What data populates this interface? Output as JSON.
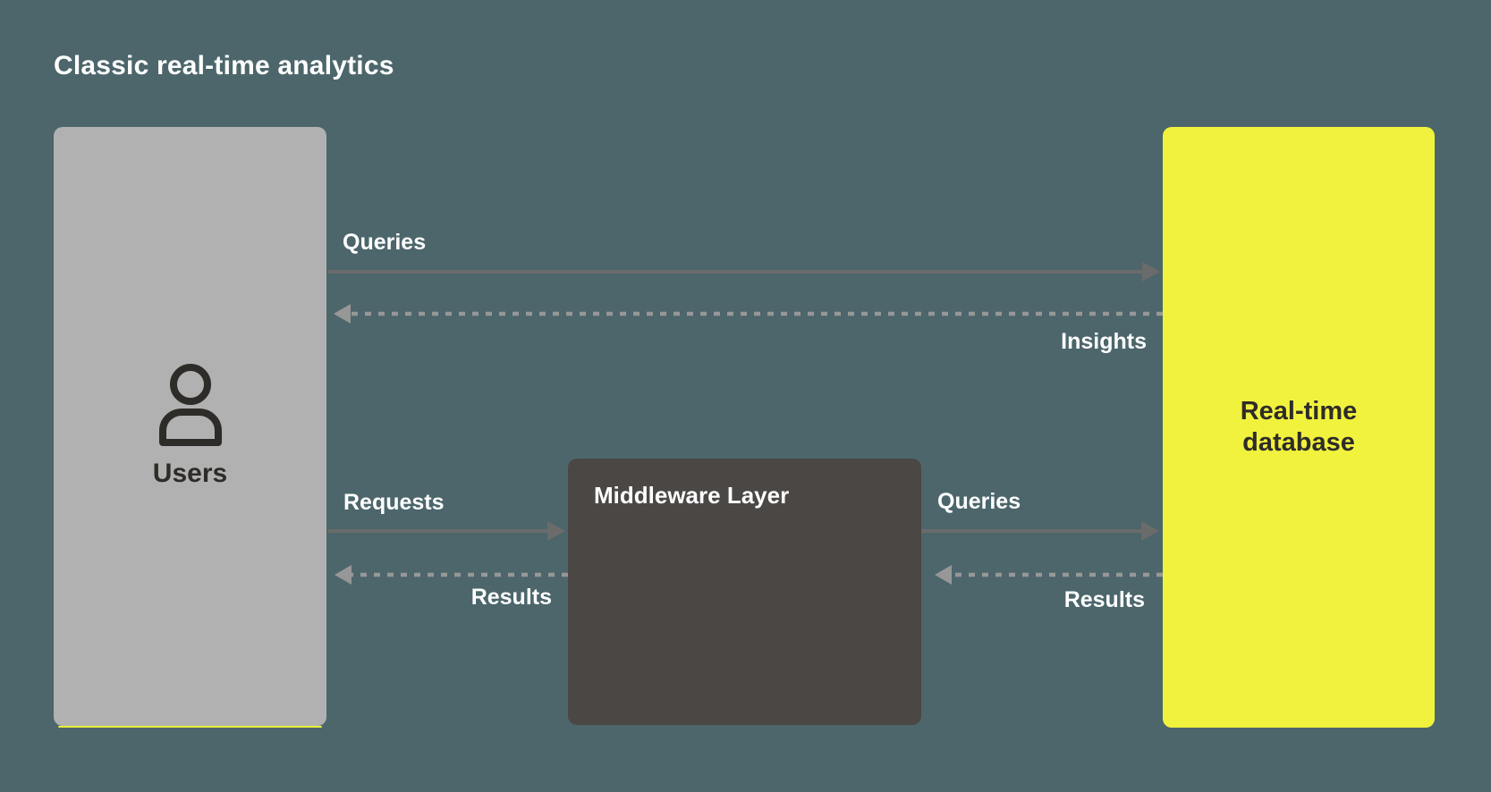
{
  "title": "Classic real-time analytics",
  "colors": {
    "background": "#4c666b",
    "users_box": "#b1b1b1",
    "middleware_box": "#4a4745",
    "database_box": "#f1f23d",
    "database_underline": "#e8ef3a",
    "solid_arrow": "#6b6b6b",
    "dashed_arrow": "#979797",
    "text_light": "#ffffff",
    "text_dark": "#2e2c29"
  },
  "nodes": {
    "users": {
      "label": "Users",
      "icon": "user-icon"
    },
    "middleware": {
      "label": "Middleware Layer"
    },
    "database": {
      "line1": "Real-time",
      "line2": "database"
    }
  },
  "arrows": {
    "queries_top": {
      "label": "Queries",
      "style": "solid",
      "from": "users",
      "to": "database"
    },
    "insights": {
      "label": "Insights",
      "style": "dashed",
      "from": "database",
      "to": "users"
    },
    "requests": {
      "label": "Requests",
      "style": "solid",
      "from": "users",
      "to": "middleware"
    },
    "results_left": {
      "label": "Results",
      "style": "dashed",
      "from": "middleware",
      "to": "users"
    },
    "queries_mid": {
      "label": "Queries",
      "style": "solid",
      "from": "middleware",
      "to": "database"
    },
    "results_right": {
      "label": "Results",
      "style": "dashed",
      "from": "database",
      "to": "middleware"
    }
  }
}
